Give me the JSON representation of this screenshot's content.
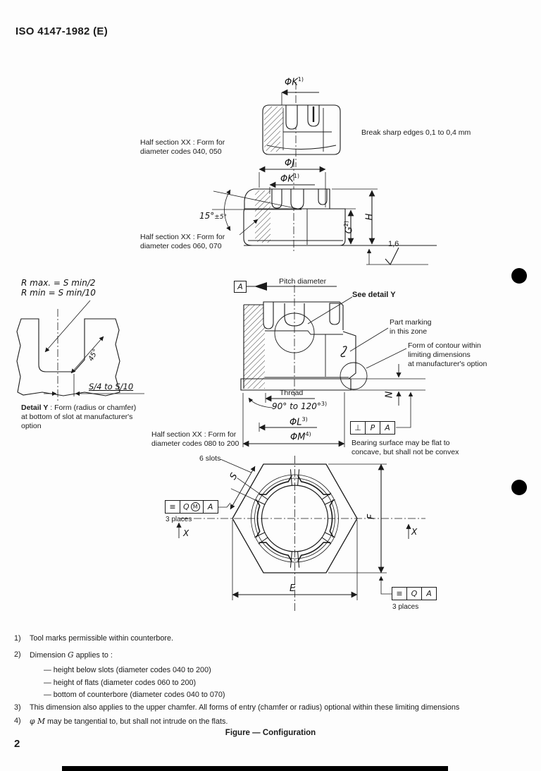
{
  "page": {
    "header": "ISO 4147-1982 (E)",
    "figure_caption": "Figure  —  Configuration",
    "page_number": "2"
  },
  "drawing": {
    "break_edges": "Break sharp edges 0,1 to 0,4 mm",
    "hs040_l1": "Half section XX : Form for",
    "hs040_l2": "diameter codes 040, 050",
    "hs060_l1": "Half section XX : Form for",
    "hs060_l2": "diameter codes 060, 070",
    "hs080_l1": "Half section XX : Form for",
    "hs080_l2": "diameter codes 080 to 200",
    "pitch_diameter": "Pitch diameter",
    "see_detail_y": "See detail Y",
    "part_marking_l1": "Part marking",
    "part_marking_l2": "in this zone",
    "contour_l1": "Form of contour within",
    "contour_l2": "limiting dimensions",
    "contour_l3": "at manufacturer's option",
    "thread": "Thread",
    "bearing_l1": "Bearing surface may be flat to",
    "bearing_l2": "concave, but shall not be convex",
    "six_slots": "6 slots",
    "r_max": "R max. = S min/2",
    "r_min": "R min = S min/10",
    "angle45": "45°",
    "s4_s10": "S/4 to S/10",
    "detail_y_title": "Detail Y",
    "detail_y_rest": " : Form (radius or chamfer)",
    "detail_y_l2": "at bottom of slot at manufacturer's",
    "detail_y_l3": "option"
  },
  "dims": {
    "phiK": "ΦK",
    "phiJ": "ΦJ",
    "phiL": "ΦL",
    "phiM": "ΦM",
    "sup1": "1)",
    "sup2": "2)",
    "sup3": "3)",
    "sup4": "4)",
    "angle15_main": "15°",
    "angle15_tol": "±5°",
    "angle90_120": "90° to 120°",
    "G": "G",
    "H": "H",
    "N": "N",
    "S": "S",
    "F": "F",
    "E": "E",
    "X": "X",
    "datum_a": "A",
    "roughness": "1,6"
  },
  "fcf": {
    "perp_sym": "⊥",
    "perp_tol": "P",
    "perp_datum": "A",
    "symm_sym": "≡",
    "symm_tol": "Q",
    "symm_mod": "M",
    "symm_datum": "A",
    "symm2_sym": "≡",
    "symm2_tol": "Q",
    "symm2_datum": "A",
    "places": "3 places"
  },
  "footnotes": {
    "f1": {
      "num": "1)",
      "text": "Tool marks permissible within counterbore."
    },
    "f2": {
      "num": "2)",
      "pre": "Dimension ",
      "var": "G",
      "post": " applies to :"
    },
    "f2a": {
      "text": "—  height below slots (diameter codes 040 to 200)"
    },
    "f2b": {
      "text": "—  height of flats (diameter codes 060 to 200)"
    },
    "f2c": {
      "text": "—  bottom of counterbore (diameter codes 040 to 070)"
    },
    "f3": {
      "num": "3)",
      "text": "This dimension also applies to the upper chamfer. All forms of entry (chamfer or radius) optional within these limiting dimensions"
    },
    "f4": {
      "num": "4)",
      "var": "φ M",
      "post": " may be tangential to, but shall not intrude on the flats."
    }
  }
}
